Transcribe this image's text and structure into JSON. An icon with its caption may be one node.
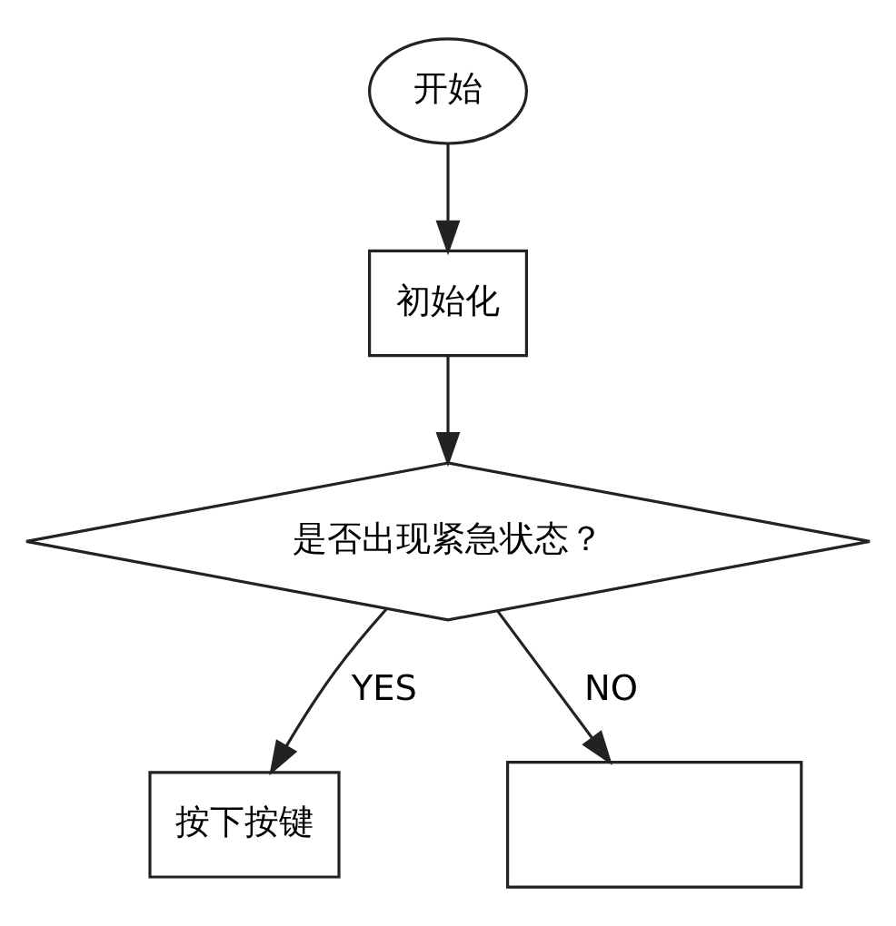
{
  "diagram": {
    "nodes": [
      {
        "text": [
          "开始"
        ]
      },
      {
        "text": [
          "初始化"
        ]
      },
      {
        "text": [
          "是否出现紧急状态？"
        ]
      },
      {
        "text": [
          "按下按键"
        ]
      },
      {
        "text": [],
        "shape": "box"
      }
    ],
    "edges": [
      {
        "from": 0,
        "to": 1,
        "arrow": "to"
      },
      {
        "from": 1,
        "to": 2,
        "arrow": "to"
      },
      {
        "from": 2,
        "to": 3,
        "arrow": "to",
        "label": "YES"
      },
      {
        "from": 2,
        "to": 4,
        "arrow": "to",
        "label": "NO"
      }
    ]
  }
}
